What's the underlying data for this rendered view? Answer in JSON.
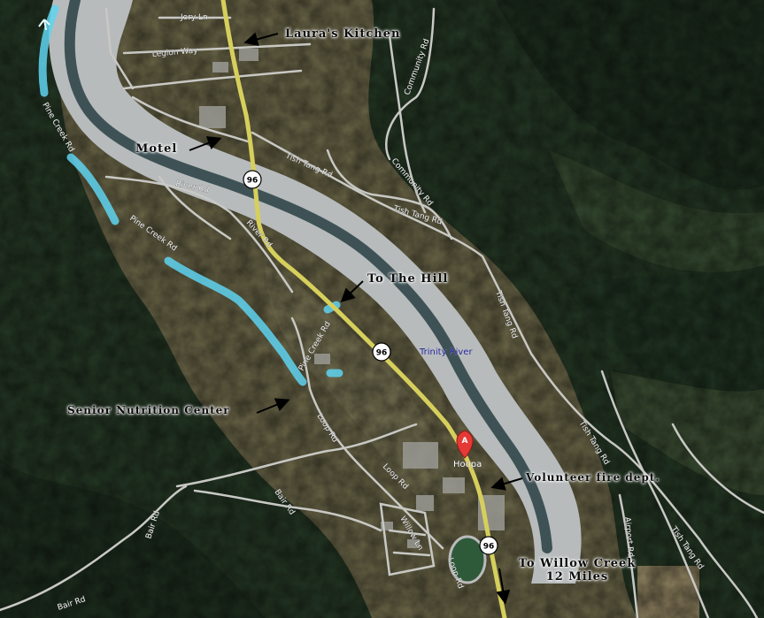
{
  "annotations": {
    "lauras_kitchen": "Laura's Kitchen",
    "motel": "Motel",
    "to_the_hill": "To The Hill",
    "senior_center": "Senior Nutrition Center",
    "fire_dept": "Volunteer fire dept.",
    "willow_line1": "To Willow Creek",
    "willow_line2": "12 Miles"
  },
  "roads": {
    "jory_ln": "Jory Ln",
    "legion_way": "Legion Way",
    "pine_creek_rd": "Pine Creek Rd",
    "river_rd": "River Rd",
    "tish_tang_rd": "Tish Tang Rd",
    "community_rd": "Community Rd",
    "loop_rd": "Loop Rd",
    "bair_rd": "Bair Rd",
    "willow_ln": "Willow Ln",
    "airport_rd": "Airport Rd"
  },
  "highway": {
    "shield": "96"
  },
  "places": {
    "river": "Trinity River",
    "town": "Hoopa",
    "marker": "A"
  },
  "colors": {
    "forest": "#263a26",
    "clearing": "#6f6a4e",
    "river_bed": "#b8bcbd",
    "water": "#3f5357",
    "road": "#c8c8c4",
    "highway": "#d6cf5c",
    "route": "#5fd3f0",
    "marker": "#e53935"
  }
}
